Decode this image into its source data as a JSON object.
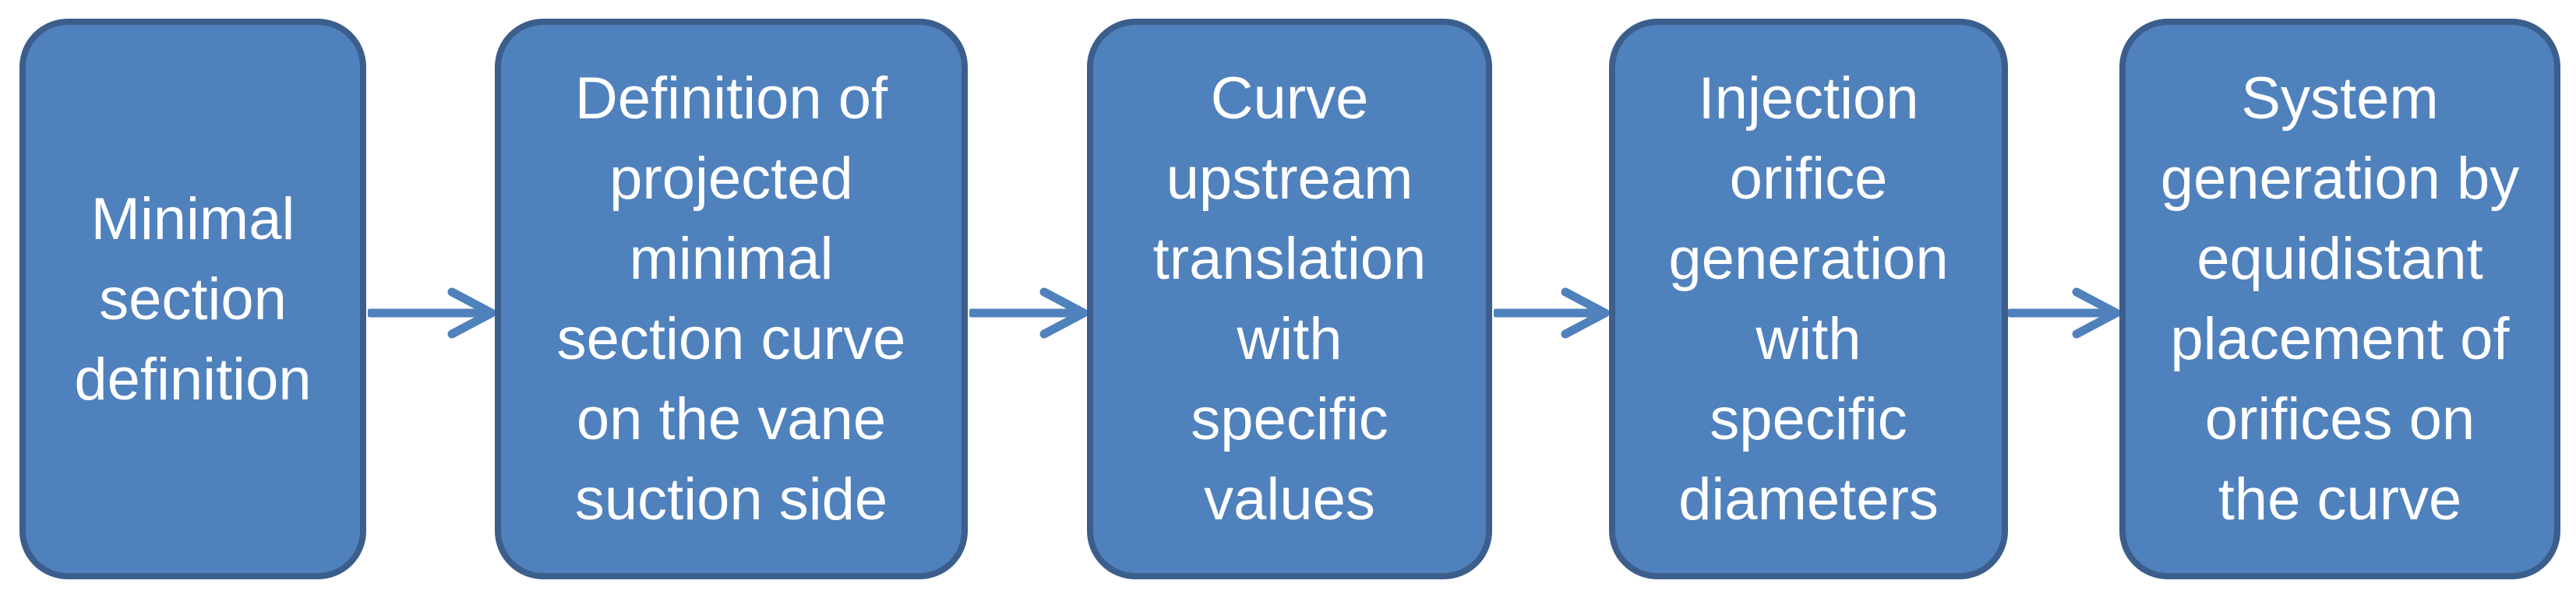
{
  "diagram": {
    "type": "process-flow",
    "direction": "left-to-right",
    "colors": {
      "background": "#ffffff",
      "box_fill": "#4f81bd",
      "box_border": "#3b5e8c",
      "arrow": "#4f81bd",
      "text": "#ffffff"
    },
    "steps": [
      {
        "index": 1,
        "label": "Minimal\nsection\ndefinition"
      },
      {
        "index": 2,
        "label": "Definition of\nprojected\nminimal\nsection curve\non the vane\nsuction side"
      },
      {
        "index": 3,
        "label": "Curve\nupstream\ntranslation\nwith\nspecific\nvalues"
      },
      {
        "index": 4,
        "label": "Injection\norifice\ngeneration\nwith\nspecific\ndiameters"
      },
      {
        "index": 5,
        "label": "System\ngeneration by\nequidistant\nplacement of\norifices on\nthe curve"
      }
    ],
    "connectors": [
      {
        "from": 1,
        "to": 2,
        "style": "right-arrow"
      },
      {
        "from": 2,
        "to": 3,
        "style": "right-arrow"
      },
      {
        "from": 3,
        "to": 4,
        "style": "right-arrow"
      },
      {
        "from": 4,
        "to": 5,
        "style": "right-arrow"
      }
    ]
  }
}
